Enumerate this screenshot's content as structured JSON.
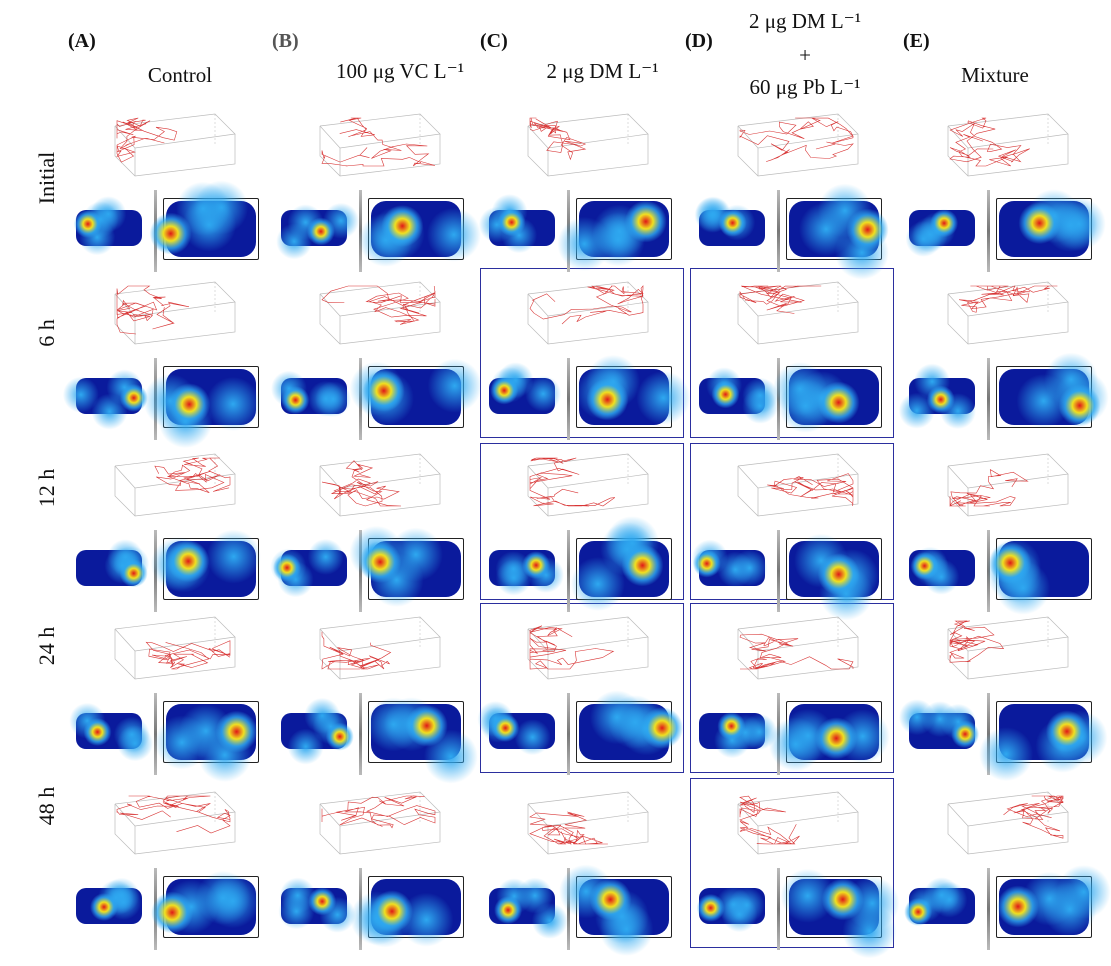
{
  "columns": [
    {
      "letter": "(A)",
      "title": "Control"
    },
    {
      "letter": "(B)",
      "title": "100 μg VC L⁻¹"
    },
    {
      "letter": "(C)",
      "title": "2 μg DM L⁻¹"
    },
    {
      "letter": "(D)",
      "title_line1": "2 μg DM L⁻¹",
      "title_line2": "+",
      "title_line3": "60 μg Pb L⁻¹"
    },
    {
      "letter": "(E)",
      "title": "Mixture"
    }
  ],
  "rows": [
    "Initial",
    "6 h",
    "12 h",
    "24 h",
    "48 h"
  ],
  "colors": {
    "trajectory": "#d42020",
    "highlight": "#2b2f9e",
    "heat_low": "#0a1a9c",
    "heat_mid": "#2ea8f0",
    "heat_high": "#f0e020",
    "heat_peak": "#e01818"
  }
}
